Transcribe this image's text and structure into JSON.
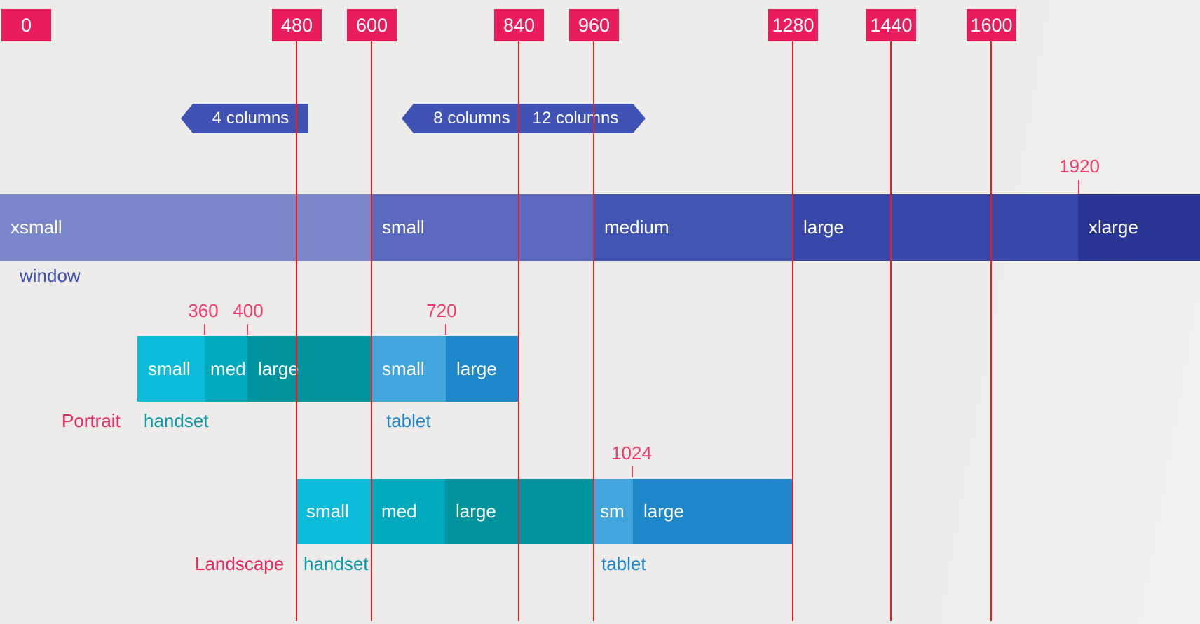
{
  "colors": {
    "background": "#edeceb",
    "breakpoint_box": "#e91d5d",
    "rule_line": "#ef1c1c",
    "badge": "#4052b4",
    "pink_label": "#ee3a72",
    "portrait_label": "#e8255e",
    "window_caption": "#3f51b5",
    "handset_caption": "#0a9aaa",
    "tablet_caption": "#1d86c8",
    "window_xsmall": "#7a86cb",
    "window_small": "#5b6abe",
    "window_medium": "#4254b2",
    "window_large": "#3748a9",
    "window_xlarge": "#283593",
    "handset_small": "#0cbcd8",
    "handset_med": "#00a9bb",
    "handset_large": "#00949e",
    "tablet_small": "#42a5dc",
    "tablet_large": "#1e87c9"
  },
  "ruler": {
    "boxes": [
      {
        "value": "0"
      },
      {
        "value": "480"
      },
      {
        "value": "600"
      },
      {
        "value": "840"
      },
      {
        "value": "960"
      },
      {
        "value": "1280"
      },
      {
        "value": "1440"
      },
      {
        "value": "1600"
      }
    ]
  },
  "column_badges": [
    {
      "label": "4 columns"
    },
    {
      "label": "8 columns"
    },
    {
      "label": "12 columns"
    }
  ],
  "window_bar": {
    "caption": "window",
    "max_tick": "1920",
    "segments": [
      {
        "label": "xsmall"
      },
      {
        "label": "small"
      },
      {
        "label": "medium"
      },
      {
        "label": "large"
      },
      {
        "label": "xlarge"
      }
    ]
  },
  "portrait": {
    "caption": "Portrait",
    "ticks": [
      {
        "label": "360"
      },
      {
        "label": "400"
      },
      {
        "label": "720"
      }
    ],
    "handset": {
      "caption": "handset",
      "segments": [
        {
          "label": "small"
        },
        {
          "label": "med"
        },
        {
          "label": "large"
        }
      ]
    },
    "tablet": {
      "caption": "tablet",
      "segments": [
        {
          "label": "small"
        },
        {
          "label": "large"
        }
      ]
    }
  },
  "landscape": {
    "caption": "Landscape",
    "ticks": [
      {
        "label": "1024"
      }
    ],
    "handset": {
      "caption": "handset",
      "segments": [
        {
          "label": "small"
        },
        {
          "label": "med"
        },
        {
          "label": "large"
        }
      ]
    },
    "tablet": {
      "caption": "tablet",
      "segments": [
        {
          "label": "sm"
        },
        {
          "label": "large"
        }
      ]
    }
  }
}
